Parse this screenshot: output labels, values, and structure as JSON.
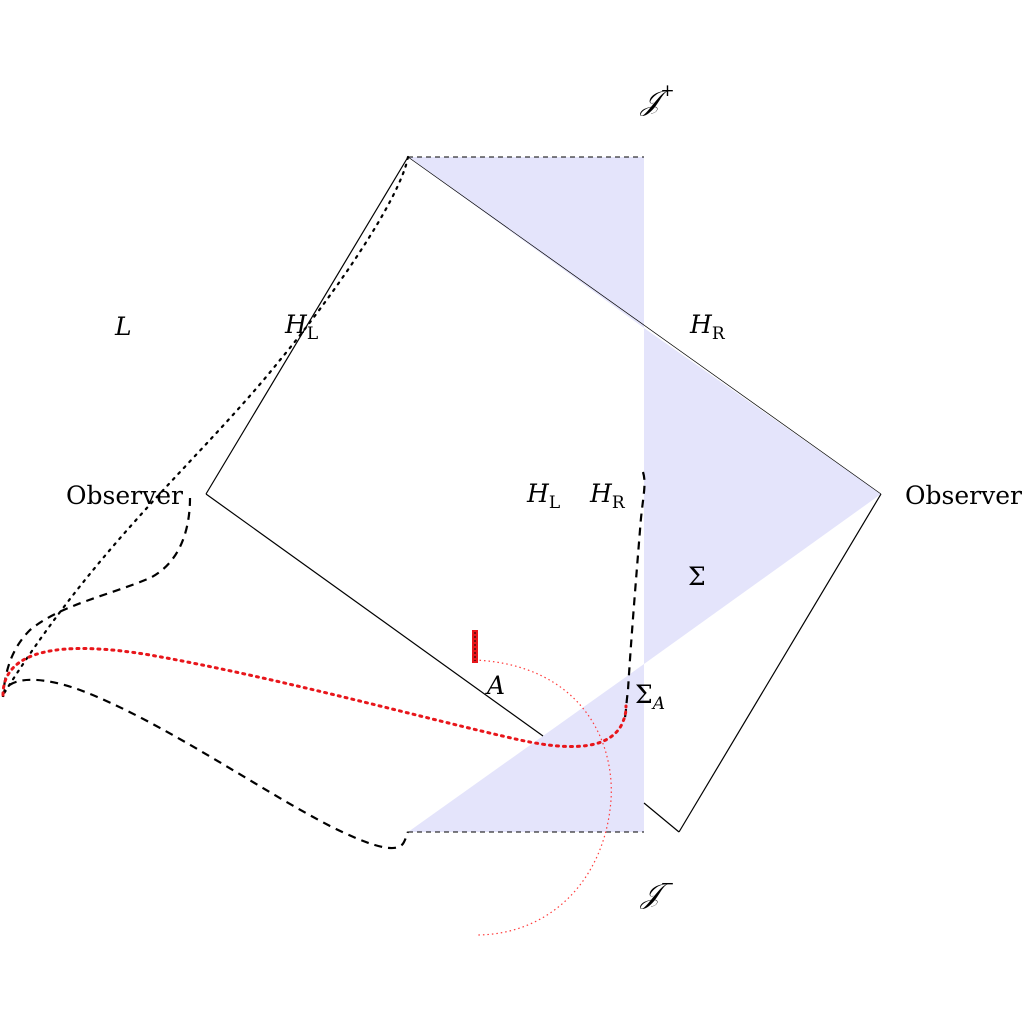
{
  "colors": {
    "shade": "#e4e4fb",
    "line": "#000000",
    "accent_red": "#e8161b",
    "dotted_red": "#ff3b3b"
  },
  "labels": {
    "scri_top": "𝒥",
    "scri_top_sup": "+",
    "scri_bottom": "𝒥",
    "scri_bottom_sup": "−",
    "region_left": "L",
    "horizon_left_top": {
      "base": "H",
      "sub": "L"
    },
    "horizon_right_top": {
      "base": "H",
      "sub": "R"
    },
    "horizon_left_mid": {
      "base": "H",
      "sub": "L"
    },
    "horizon_right_mid": {
      "base": "H",
      "sub": "R"
    },
    "observer_left": "Observer",
    "observer_right": "Observer",
    "sigma": "Σ",
    "sigma_a": {
      "base": "Σ",
      "sub": "A"
    },
    "region_a": "A"
  }
}
